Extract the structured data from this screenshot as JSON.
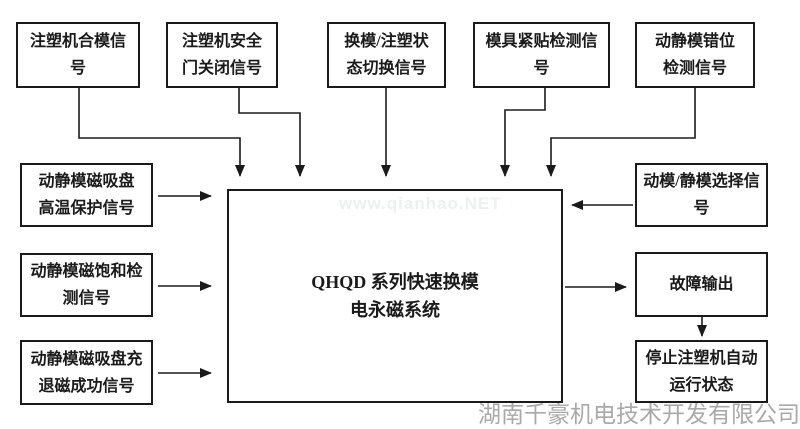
{
  "diagram": {
    "center": {
      "label": "QHQD 系列快速换模\n电永磁系统"
    },
    "top_inputs": [
      {
        "label": "注塑机合模信\n号"
      },
      {
        "label": "注塑机安全\n门关闭信号"
      },
      {
        "label": "换模/注塑状\n态切换信号"
      },
      {
        "label": "模具紧贴检测信\n号"
      },
      {
        "label": "动静模错位\n检测信号"
      }
    ],
    "left_inputs": [
      {
        "label": "动静模磁吸盘\n高温保护信号"
      },
      {
        "label": "动静模磁饱和检\n测信号"
      },
      {
        "label": "动静模磁吸盘充\n退磁成功信号"
      }
    ],
    "right_boxes": [
      {
        "label": "动模/静模选择信\n号"
      },
      {
        "label": "故障输出"
      },
      {
        "label": "停止注塑机自动\n运行状态"
      }
    ]
  },
  "watermarks": {
    "site": "www.qianhao.NET",
    "company": "湖南千豪机电技术开发有限公司"
  },
  "colors": {
    "line": "#1a1a1a",
    "box_border": "#1a1a1a",
    "company_watermark": "#a9a9a9",
    "site_watermark": "#e9f2ee",
    "background": "#ffffff"
  }
}
